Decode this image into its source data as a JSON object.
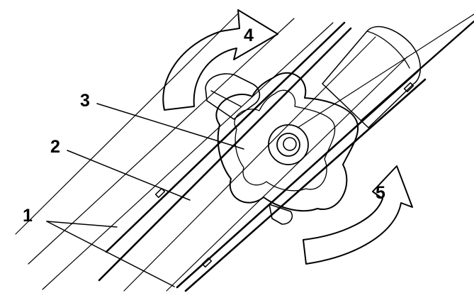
{
  "callouts": [
    {
      "id": "1",
      "text": "1"
    },
    {
      "id": "2",
      "text": "2"
    },
    {
      "id": "3",
      "text": "3"
    },
    {
      "id": "4",
      "text": "4"
    },
    {
      "id": "5",
      "text": "5"
    }
  ],
  "colors": {
    "line": "#000000",
    "background": "#ffffff",
    "knob_fill": "#ffffff"
  },
  "icons": {
    "arrow_4": "curved-rotation-arrow-icon",
    "arrow_5": "curved-rotation-arrow-icon"
  }
}
